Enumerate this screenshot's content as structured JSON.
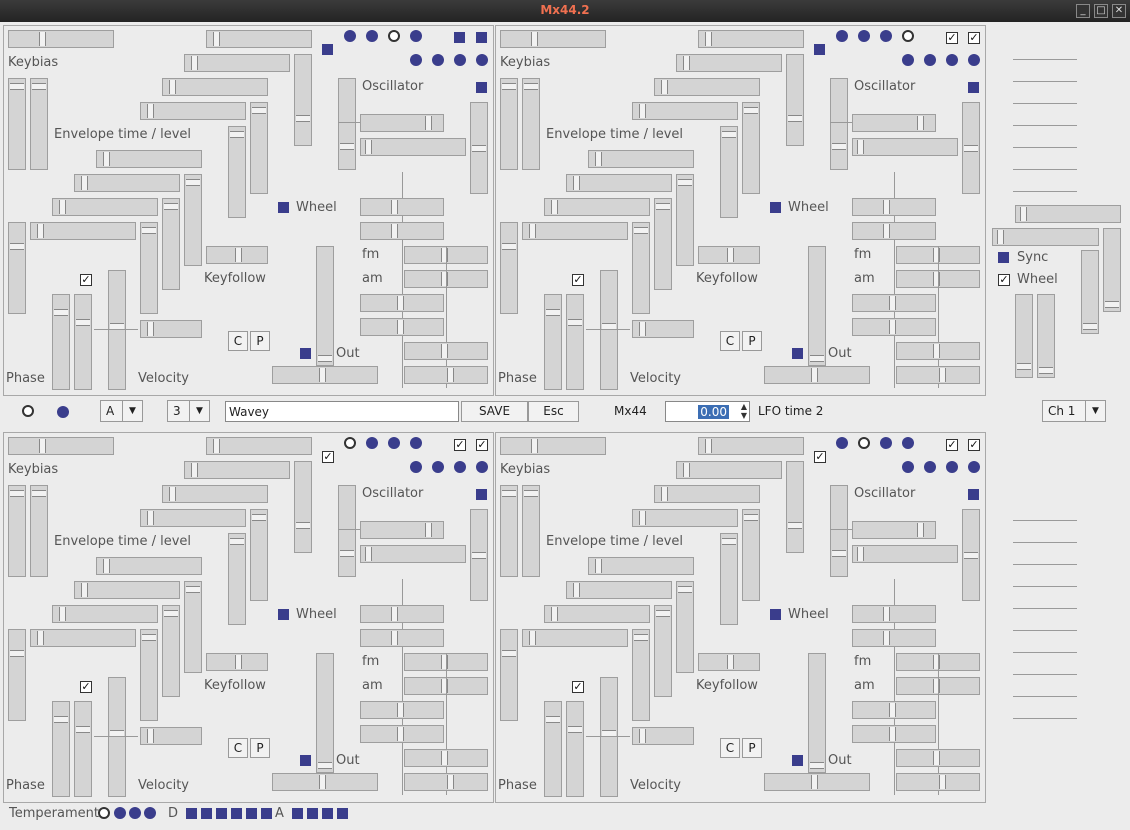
{
  "window": {
    "title": "Mx44.2"
  },
  "panel_labels": {
    "keybias": "Keybias",
    "oscillator": "Oscillator",
    "envelope": "Envelope  time / level",
    "wheel": "Wheel",
    "keyfollow": "Keyfollow",
    "fm": "fm",
    "am": "am",
    "out": "Out",
    "phase": "Phase",
    "velocity": "Velocity",
    "copy": "C",
    "paste": "P"
  },
  "toolbar": {
    "bank_value": "A",
    "program_value": "3",
    "patch_name": "Wavey",
    "save_label": "SAVE",
    "esc_label": "Esc",
    "synth_label": "Mx44",
    "param_value": "0.00",
    "param_label": "LFO time 2",
    "channel_value": "Ch 1"
  },
  "global": {
    "sync_label": "Sync",
    "wheel_label": "Wheel"
  },
  "temperament": {
    "label": "Temperament",
    "note_d": "D",
    "note_a": "A"
  }
}
